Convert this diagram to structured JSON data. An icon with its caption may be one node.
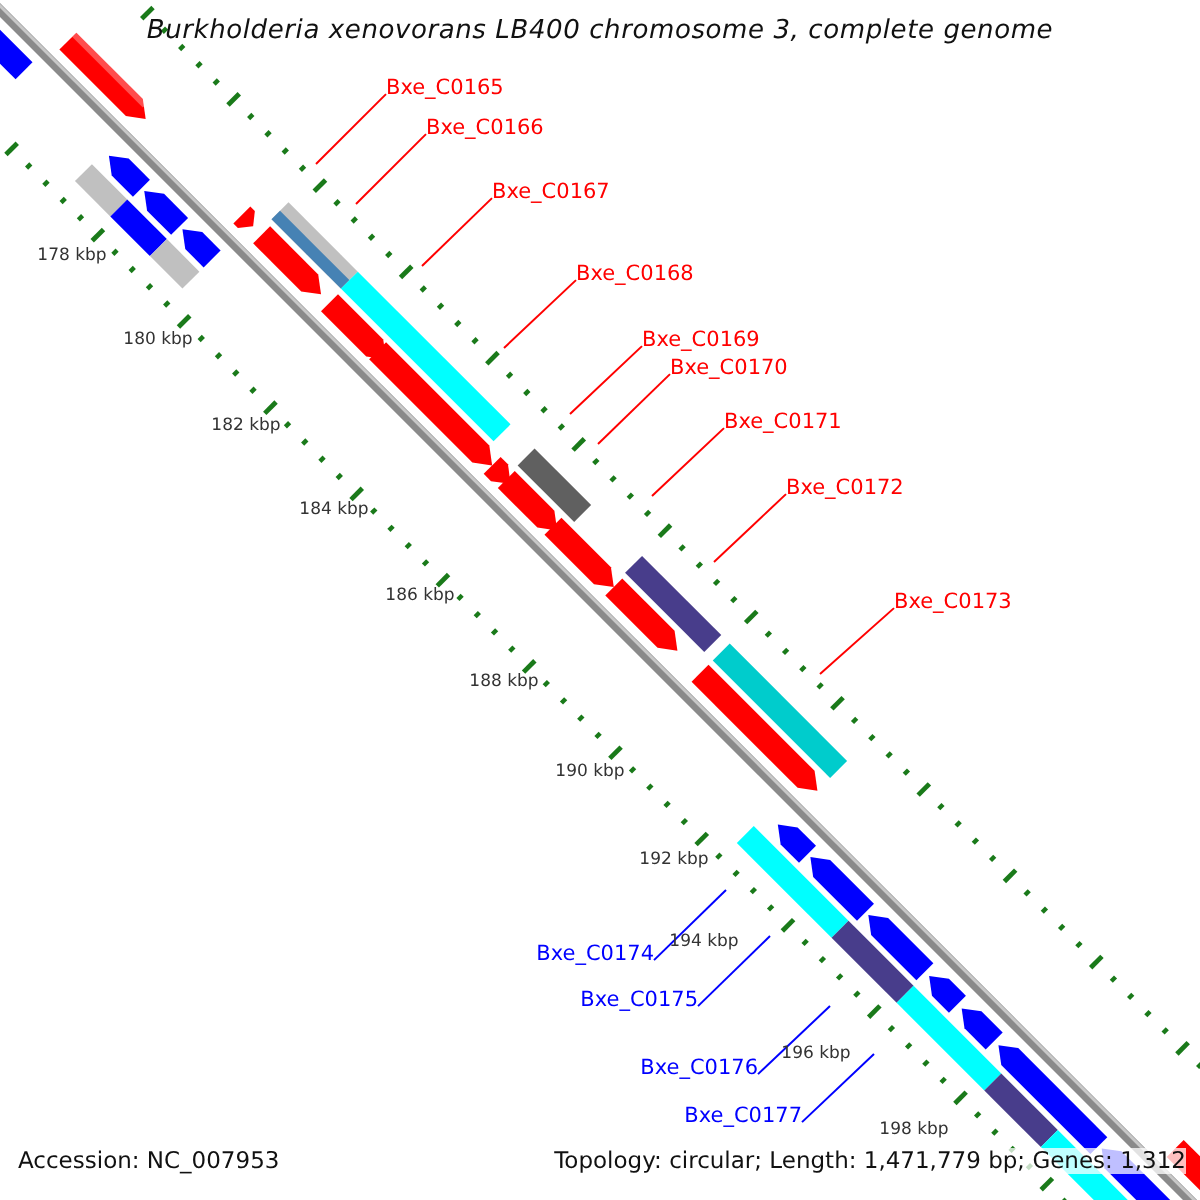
{
  "diagram": {
    "title": "Burkholderia xenovorans LB400 chromosome 3, complete genome",
    "nodes": [
      {
        "text": [
          "Bxe_C0165"
        ]
      },
      {
        "text": [
          "Bxe_C0166"
        ]
      },
      {
        "text": [
          "Bxe_C0167"
        ]
      },
      {
        "text": [
          "Bxe_C0168"
        ]
      },
      {
        "text": [
          "Bxe_C0169"
        ]
      },
      {
        "text": [
          "Bxe_C0170"
        ]
      },
      {
        "text": [
          "Bxe_C0171"
        ]
      },
      {
        "text": [
          "Bxe_C0172"
        ]
      },
      {
        "text": [
          "Bxe_C0173"
        ]
      },
      {
        "text": [
          "Bxe_C0174"
        ]
      },
      {
        "text": [
          "Bxe_C0175"
        ]
      },
      {
        "text": [
          "Bxe_C0176"
        ]
      },
      {
        "text": [
          "Bxe_C0177"
        ]
      }
    ],
    "edges": [
      {
        "from": 0,
        "to": null,
        "arrow": "none"
      },
      {
        "from": 1,
        "to": null,
        "arrow": "none"
      },
      {
        "from": 2,
        "to": null,
        "arrow": "none"
      },
      {
        "from": 3,
        "to": null,
        "arrow": "none"
      },
      {
        "from": 4,
        "to": null,
        "arrow": "none"
      },
      {
        "from": 5,
        "to": null,
        "arrow": "none"
      },
      {
        "from": 6,
        "to": null,
        "arrow": "none"
      },
      {
        "from": 7,
        "to": null,
        "arrow": "none"
      },
      {
        "from": 8,
        "to": null,
        "arrow": "none"
      },
      {
        "from": 9,
        "to": null,
        "arrow": "none",
        "color": "#0000ff"
      },
      {
        "from": 10,
        "to": null,
        "arrow": "none",
        "color": "#0000ff"
      },
      {
        "from": 11,
        "to": null,
        "arrow": "none",
        "color": "#0000ff"
      },
      {
        "from": 12,
        "to": null,
        "arrow": "none",
        "color": "#0000ff"
      }
    ],
    "labels": [
      "178 kbp",
      "180 kbp",
      "182 kbp",
      "184 kbp",
      "186 kbp",
      "188 kbp",
      "190 kbp",
      "192 kbp",
      "194 kbp",
      "196 kbp",
      "198 kbp",
      "Accession: NC_007953",
      "Topology: circular; Length: 1,471,779 bp; Genes: 1,312"
    ]
  }
}
